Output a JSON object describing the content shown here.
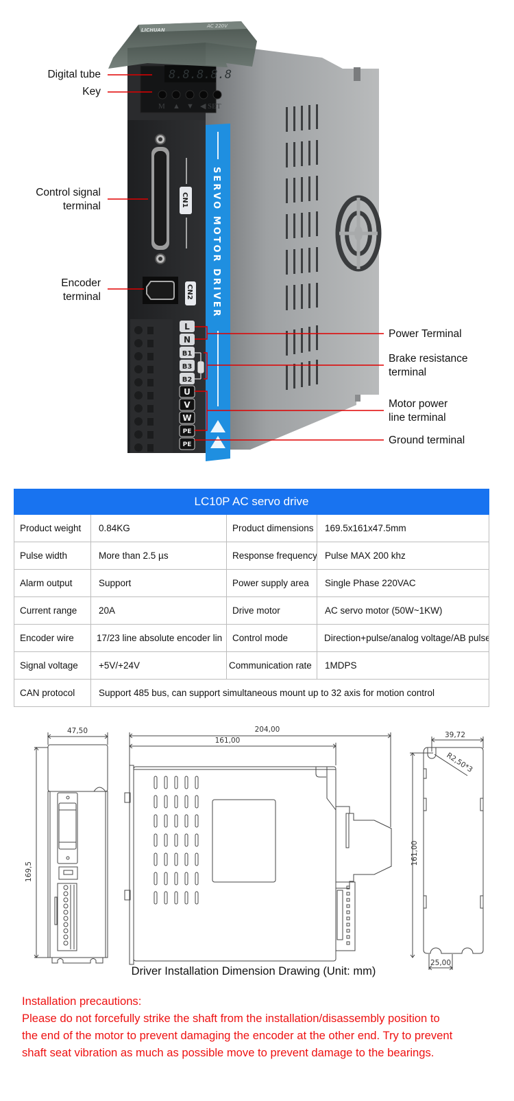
{
  "device": {
    "brand": "LICHUAN",
    "voltage_label": "AC 220V",
    "display_digits": "8.8.8.8.8",
    "keys": [
      "M",
      "▲",
      "▼",
      "◀",
      "SET"
    ],
    "side_label": "SERVO MOTOR DRIVER",
    "connectors": [
      "CN1",
      "CN2"
    ],
    "terminals": [
      "L",
      "N",
      "B1",
      "B3",
      "B2",
      "U",
      "V",
      "W",
      "PE",
      "PE"
    ]
  },
  "callouts": {
    "digital_tube": "Digital tube",
    "key": "Key",
    "control_signal_terminal": [
      "Control signal",
      "terminal"
    ],
    "encoder_terminal": [
      "Encoder",
      "terminal"
    ],
    "power_terminal": "Power Terminal",
    "brake_resistance_terminal": [
      "Brake resistance",
      "terminal"
    ],
    "motor_power_line_terminal": [
      "Motor power",
      "line terminal"
    ],
    "ground_terminal": "Ground terminal"
  },
  "spec_table": {
    "title": "LC10P AC servo drive",
    "rows": [
      {
        "label1": "Product weight",
        "value1": "0.84KG",
        "label2": "Product dimensions",
        "value2": "169.5x161x47.5mm"
      },
      {
        "label1": "Pulse width",
        "value1": "More than 2.5 µs",
        "label2": "Response frequency",
        "value2": " Pulse MAX 200 khz"
      },
      {
        "label1": "Alarm output",
        "value1": "Support",
        "label2": "Power supply area",
        "value2": "Single Phase 220VAC"
      },
      {
        "label1": "Current range",
        "value1": "20A",
        "label2": " Drive motor",
        "value2": " AC servo motor (50W~1KW)"
      },
      {
        "label1": "Encoder wire",
        "value1": "17/23 line absolute encoder lin",
        "label2": " Control mode",
        "value2": "Direction+pulse/analog voltage/AB pulse"
      },
      {
        "label1": "Signal voltage",
        "value1": "+5V/+24V",
        "label2": "Communication rate",
        "value2": "1MDPS"
      }
    ],
    "last_row": {
      "label": " CAN protocol",
      "value": "Support 485 bus, can support simultaneous mount up to 32 axis for motion control"
    }
  },
  "drawing": {
    "front_width": "47,50",
    "front_height": "169,5",
    "side_total_length": "204,00",
    "side_body_length": "161,00",
    "back_width": "39,72",
    "back_height": "161,00",
    "back_radius": "R2,50*3",
    "back_slot_spacing": "25,00",
    "caption": "Driver Installation Dimension Drawing (Unit: mm)"
  },
  "precautions": {
    "title": "Installation precautions:",
    "lines": [
      "Please do not forcefully strike the shaft from the installation/disassembly position to",
      "the end of the motor to prevent damaging the encoder at the other end. Try to prevent",
      "shaft seat vibration as much as possible move to prevent damage to the bearings."
    ]
  },
  "colors": {
    "accent_blue": "#1873f0",
    "warning_red": "#ee1111",
    "callout_line": "#e00000"
  }
}
